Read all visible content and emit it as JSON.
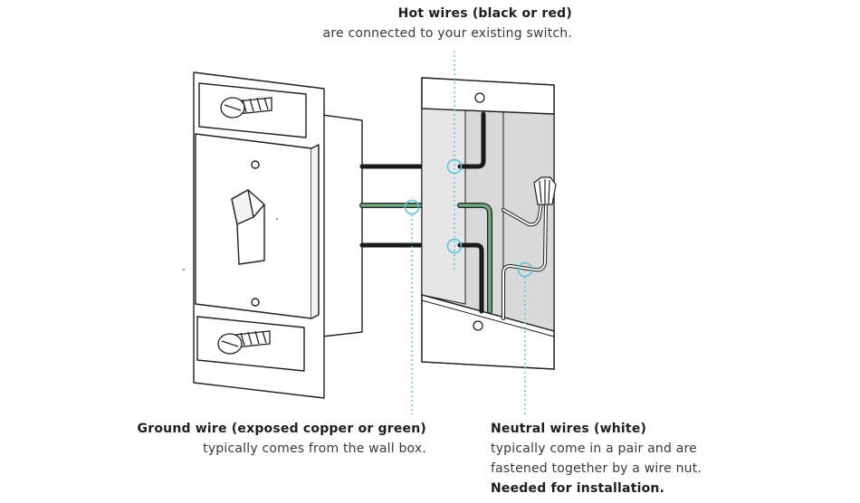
{
  "labels": {
    "hot": {
      "title": "Hot wires (black or red)",
      "description": "are connected to your existing switch."
    },
    "ground": {
      "title": "Ground wire (exposed copper or green)",
      "description": "typically comes from the wall box."
    },
    "neutral": {
      "title": "Neutral wires (white)",
      "description_line1": "typically come in a pair and are",
      "description_line2": "fastened together by a wire nut.",
      "emphasis": "Needed for installation."
    }
  },
  "colors": {
    "line": "#1f1f1f",
    "hot_wire": "#1a1a1a",
    "ground_wire": "#6fa77f",
    "neutral_wire": "#ffffff",
    "box_interior": "#d6d6d6",
    "callout": "#5bc0de"
  },
  "icons": {
    "screw": "screw-icon",
    "wire_nut": "wire-nut-icon",
    "toggle": "toggle-lever-icon"
  }
}
